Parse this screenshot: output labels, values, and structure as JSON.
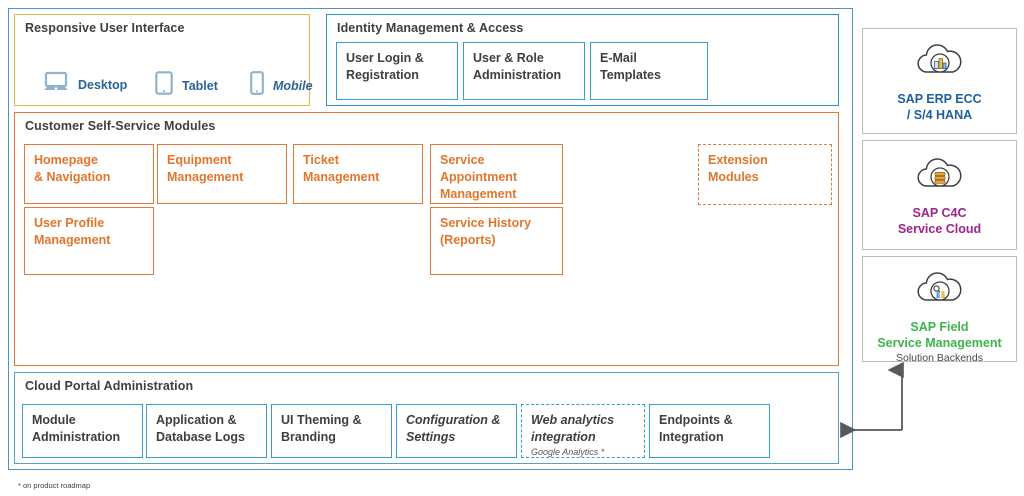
{
  "diagram": {
    "title_footnote": "* on product roadmap",
    "colors": {
      "orange": "#e07b39",
      "orange_text": "#e2762c",
      "blue": "#3a9ad4",
      "yellow": "#e8b44f",
      "frame_blue": "#4f93bf",
      "erp_blue": "#1f5f9e",
      "c4c_purple": "#a2238f",
      "fsm_green": "#3eb54a",
      "connector_gray": "#595959"
    }
  },
  "responsive_ui": {
    "title": "Responsive User Interface",
    "devices": [
      {
        "label": "Desktop",
        "icon": "desktop-icon",
        "roadmap": false
      },
      {
        "label": "Tablet",
        "icon": "tablet-icon",
        "roadmap": false
      },
      {
        "label": "Mobile",
        "icon": "mobile-icon",
        "roadmap": true
      }
    ]
  },
  "identity_management": {
    "title": "Identity Management & Access",
    "boxes": [
      {
        "label": "User Login &\nRegistration"
      },
      {
        "label": "User & Role\nAdministration"
      },
      {
        "label": "E-Mail\nTemplates"
      }
    ]
  },
  "self_service": {
    "title": "Customer Self-Service Modules",
    "modules": [
      {
        "label": "Homepage\n& Navigation"
      },
      {
        "label": "Equipment\nManagement"
      },
      {
        "label": "Ticket\nManagement"
      },
      {
        "label": "Service\nAppointment\nManagement"
      },
      {
        "label": "User Profile\nManagement"
      },
      {
        "label": "Service History\n(Reports)"
      }
    ],
    "extension": {
      "label": "Extension\nModules",
      "dashed": true
    }
  },
  "cloud_admin": {
    "title": "Cloud Portal Administration",
    "boxes": [
      {
        "label": "Module\nAdministration",
        "italic": false,
        "dashed": false,
        "sub": ""
      },
      {
        "label": "Application &\nDatabase Logs",
        "italic": false,
        "dashed": false,
        "sub": ""
      },
      {
        "label": "UI Theming &\nBranding",
        "italic": false,
        "dashed": false,
        "sub": ""
      },
      {
        "label": "Configuration &\nSettings",
        "italic": true,
        "dashed": false,
        "sub": ""
      },
      {
        "label": "Web analytics\nintegration",
        "italic": true,
        "dashed": true,
        "sub": "Google Analytics *"
      },
      {
        "label": "Endpoints &\nIntegration",
        "italic": false,
        "dashed": false,
        "sub": ""
      }
    ]
  },
  "backends": {
    "caption": "Solution Backends",
    "cards": [
      {
        "label": "SAP ERP ECC\n/ S/4 HANA",
        "color": "#1f5f9e",
        "icon": "cloud-erp-icon"
      },
      {
        "label": "SAP C4C\nService Cloud",
        "color": "#a2238f",
        "icon": "cloud-c4c-icon"
      },
      {
        "label": "SAP Field\nService Management",
        "color": "#3eb54a",
        "icon": "cloud-fsm-icon"
      }
    ]
  }
}
